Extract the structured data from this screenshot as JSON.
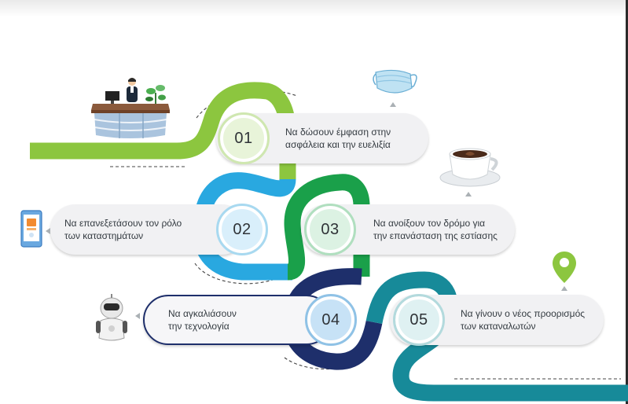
{
  "colors": {
    "step1": "#8cc63f",
    "step2": "#29a8e0",
    "step3": "#1aa04a",
    "step4": "#1e2f6b",
    "step5": "#178a99",
    "pill": "#f1f1f3",
    "circle1": "#e8f4d9",
    "circle2": "#d9effb",
    "circle3": "#dcf2e3",
    "circle4": "#c7e2f6",
    "circle5": "#dff1f2"
  },
  "steps": [
    {
      "number": "01",
      "text": "Να δώσουν έμφαση στην\nασφάλεια και την ευελιξία",
      "icon": "face-mask-icon"
    },
    {
      "number": "02",
      "text": "Να επανεξετάσουν τον ρόλο\nτων καταστημάτων",
      "icon": "tablet-shopping-icon"
    },
    {
      "number": "03",
      "text": "Να ανοίξουν τον δρόμο για\nτην επανάσταση της εστίασης",
      "icon": "coffee-cup-icon"
    },
    {
      "number": "04",
      "text": "Να αγκαλιάσουν\nτην τεχνολογία",
      "icon": "robot-icon"
    },
    {
      "number": "05",
      "text": "Να γίνουν ο νέος προορισμός\nτων καταναλωτών",
      "icon": "location-pin-icon"
    }
  ],
  "header_icon": "reception-desk-icon"
}
